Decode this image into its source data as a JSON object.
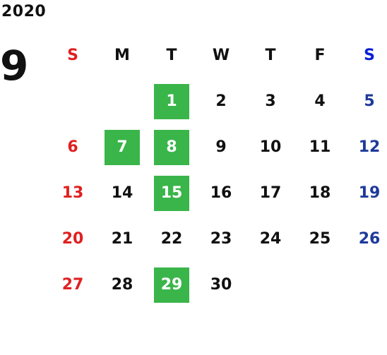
{
  "year": "2020",
  "month": "9",
  "weekdays": [
    "S",
    "M",
    "T",
    "W",
    "T",
    "F",
    "S"
  ],
  "colors": {
    "sunday": "#e02020",
    "saturday_header": "#0a20d8",
    "saturday_days": "#1e3a9a",
    "highlight": "#3ab54a",
    "text": "#111111"
  },
  "start_weekday_index": 2,
  "days": [
    "1",
    "2",
    "3",
    "4",
    "5",
    "6",
    "7",
    "8",
    "9",
    "10",
    "11",
    "12",
    "13",
    "14",
    "15",
    "16",
    "17",
    "18",
    "19",
    "20",
    "21",
    "22",
    "23",
    "24",
    "25",
    "26",
    "27",
    "28",
    "29",
    "30"
  ],
  "highlighted_days": [
    "1",
    "7",
    "8",
    "15",
    "29"
  ]
}
